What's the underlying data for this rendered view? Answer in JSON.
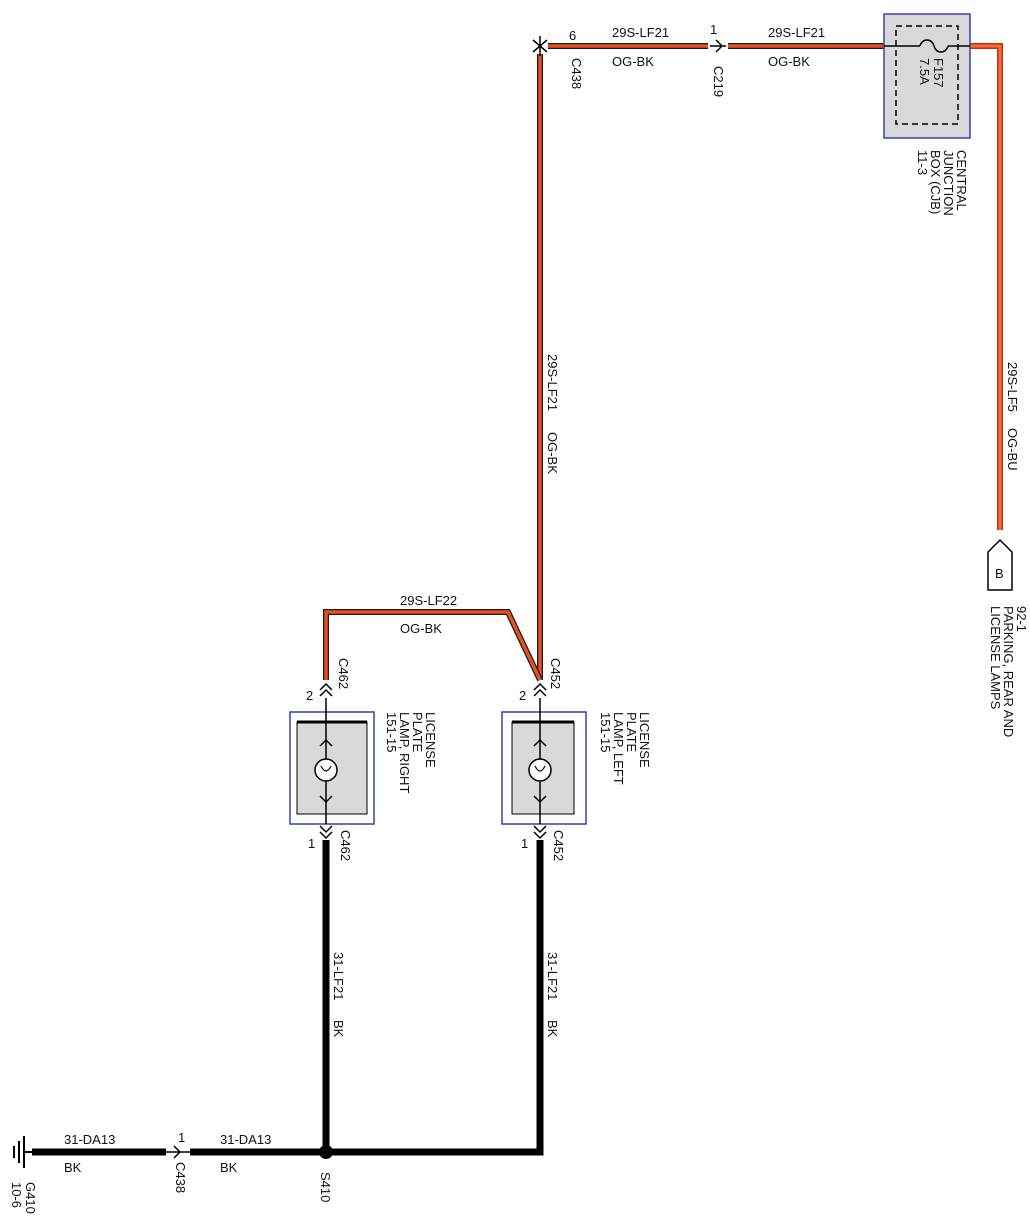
{
  "colors": {
    "wire_og_bk_outer": "#1a1a1a",
    "wire_og_bk_inner": "#e8501e",
    "wire_og_bu_outer": "#c62a1a",
    "wire_og_bu_inner": "#f07030",
    "wire_bk": "#000000",
    "component_border": "#3344aa",
    "component_fill": "#d9d9d9"
  },
  "wires": {
    "top_left": {
      "circuit": "29S-LF21",
      "color": "OG-BK"
    },
    "top_right": {
      "circuit": "29S-LF21",
      "color": "OG-BK"
    },
    "vertical_left_feed": {
      "circuit": "29S-LF21",
      "color": "OG-BK"
    },
    "cjb_output": {
      "circuit": "29S-LF5",
      "color": "OG-BU"
    },
    "lamp_jumper": {
      "circuit": "29S-LF22",
      "color": "OG-BK"
    },
    "ground_right_lamp": {
      "circuit": "31-LF21",
      "color": "BK"
    },
    "ground_left_lamp": {
      "circuit": "31-LF21",
      "color": "BK"
    },
    "ground_main_1": {
      "circuit": "31-DA13",
      "color": "BK"
    },
    "ground_main_2": {
      "circuit": "31-DA13",
      "color": "BK"
    }
  },
  "connectors": {
    "c438_top": {
      "name": "C438",
      "pin": "6"
    },
    "c219": {
      "name": "C219",
      "pin": "1"
    },
    "c462_top": {
      "name": "C462",
      "pin": "2"
    },
    "c452_top": {
      "name": "C452",
      "pin": "2"
    },
    "c462_bottom": {
      "name": "C462",
      "pin": "1"
    },
    "c452_bottom": {
      "name": "C452",
      "pin": "1"
    },
    "c438_bottom": {
      "name": "C438",
      "pin": "1"
    }
  },
  "splice": {
    "name": "S410"
  },
  "ground": {
    "name": "G410",
    "ref": "10-6"
  },
  "fuse": {
    "name": "F157",
    "rating": "7.5A"
  },
  "cjb": {
    "line1": "CENTRAL",
    "line2": "JUNCTION",
    "line3": "BOX (CJB)",
    "line4": "11-3"
  },
  "offpage": {
    "pin": "B",
    "ref": "92-1",
    "line1": "PARKING, REAR AND",
    "line2": "LICENSE LAMPS"
  },
  "lamp_right": {
    "line1": "LICENSE",
    "line2": "PLATE",
    "line3": "LAMP, RIGHT",
    "line4": "151-15"
  },
  "lamp_left": {
    "line1": "LICENSE",
    "line2": "PLATE",
    "line3": "LAMP, LEFT",
    "line4": "151-15"
  }
}
